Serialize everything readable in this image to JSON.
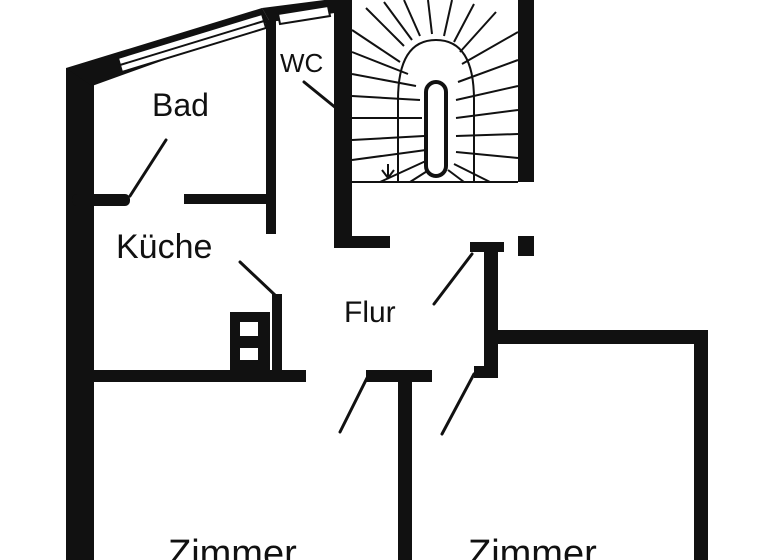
{
  "floorplan": {
    "rooms": {
      "bad": "Bad",
      "wc": "WC",
      "kueche": "Küche",
      "flur": "Flur",
      "zimmer_left": "Zimmer",
      "zimmer_right": "Zimmer"
    },
    "colors": {
      "wall": "#111111",
      "background": "#ffffff"
    }
  }
}
